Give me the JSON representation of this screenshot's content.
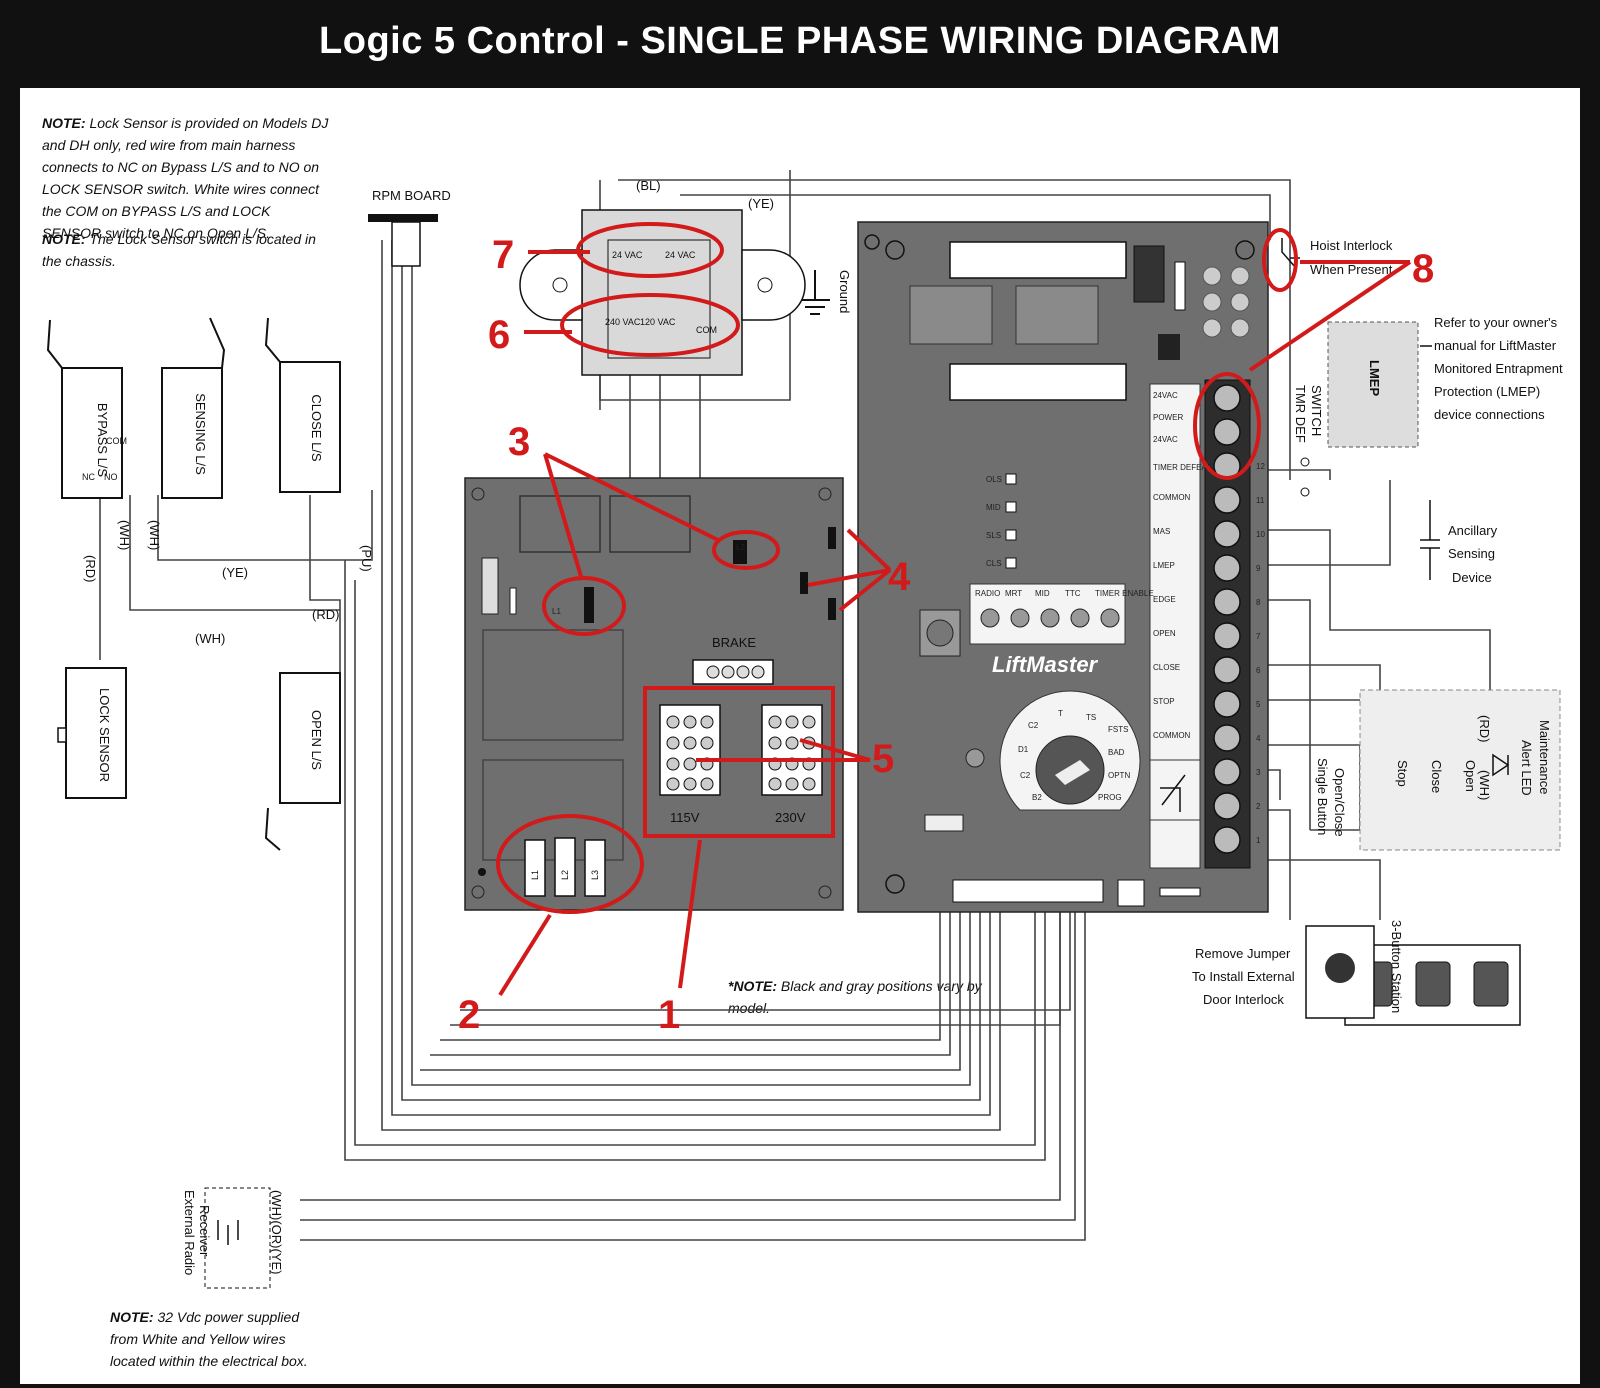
{
  "title": "Logic 5 Control - SINGLE PHASE WIRING DIAGRAM",
  "notes": {
    "lock_prefix": "NOTE:",
    "lock_text": "Lock Sensor is provided on Models DJ and DH only, red wire from main harness connects to NC on Bypass L/S and to NO on LOCK SENSOR switch. White wires connect the COM on BYPASS L/S and LOCK SENSOR switch to NC on Open L/S.",
    "sensor_prefix": "NOTE:",
    "sensor_text": "The Lock Sensor switch is located in the chassis.",
    "power_prefix": "NOTE:",
    "power_text": "32 Vdc power supplied from White and Yellow wires located within the electrical box.",
    "model_prefix": "*NOTE:",
    "model_text": "Black and gray positions vary by model."
  },
  "labels": {
    "rpm_board": "RPM BOARD",
    "ground": "Ground",
    "bl": "(BL)",
    "ye": "(YE)",
    "ye2": "(YE)",
    "wh": "(WH)",
    "rd": "(RD)",
    "pu": "(PU)",
    "brake": "BRAKE",
    "v115": "115V",
    "v230": "230V",
    "vac24a": "24 VAC",
    "vac24b": "24 VAC",
    "vac240": "240 VAC",
    "vac120": "120 VAC",
    "com": "COM",
    "liftmaster": "LiftMaster",
    "hoist_1": "Hoist Interlock",
    "hoist_2": "When Present",
    "tmr_def_1": "TMR DEF",
    "tmr_def_2": "SWITCH",
    "lmep": "LMEP",
    "lmep_ref_1": "Refer to your owner's",
    "lmep_ref_2": "manual for LiftMaster",
    "lmep_ref_3": "Monitored Entrapment",
    "lmep_ref_4": "Protection (LMEP)",
    "lmep_ref_5": "device connections",
    "anc_1": "Ancillary",
    "anc_2": "Sensing",
    "anc_3": "Device",
    "maint_1": "Maintenance",
    "maint_2": "Alert LED",
    "stop": "Stop",
    "close": "Close",
    "open": "Open",
    "rd_led": "(RD)",
    "wh_led": "(WH)",
    "single_btn_1": "Open/Close",
    "single_btn_2": "Single Button",
    "three_btn": "3-Button Station",
    "jumper_1": "Remove Jumper",
    "jumper_2": "To Install External",
    "jumper_3": "Door Interlock",
    "ext_radio_1": "External Radio",
    "ext_radio_2": "Receiver",
    "l1": "L1",
    "l2": "L2",
    "l3": "L3",
    "bypass": "BYPASS L/S",
    "sensing": "SENSING L/S",
    "close_ls": "CLOSE L/S",
    "lock_sensor": "LOCK SENSOR",
    "open_ls": "OPEN L/S",
    "nc": "NC",
    "no": "NO",
    "com_sw": "COM",
    "wh_ror_ye": "(WH)(OR)(YE)"
  },
  "terminals": {
    "left": [
      "24VAC",
      "POWER",
      "24VAC",
      "TIMER DEFEAT",
      "COMMON",
      "MAS",
      "LMEP",
      "EDGE",
      "OPEN",
      "CLOSE",
      "STOP",
      "COMMON"
    ],
    "numbers": [
      "12",
      "11",
      "10",
      "9",
      "8",
      "7",
      "6",
      "5",
      "4",
      "3",
      "2",
      "1"
    ]
  },
  "board_buttons": [
    "RADIO",
    "MRT",
    "MID",
    "TTC",
    "TIMER ENABLE"
  ],
  "board_led": [
    "OLS",
    "MID",
    "SLS",
    "CLS"
  ],
  "dial": [
    "C2",
    "T",
    "TS",
    "FSTS",
    "D1",
    "C2",
    "B2",
    "PROG",
    "OPTN",
    "BAD"
  ],
  "callouts": [
    "1",
    "2",
    "3",
    "4",
    "5",
    "6",
    "7",
    "8"
  ],
  "colors": {
    "callout": "#d21a1a",
    "board": "#6f6f6f",
    "board_light": "#8a8a8a",
    "frame": "#111111",
    "box": "#d9d9d9"
  }
}
